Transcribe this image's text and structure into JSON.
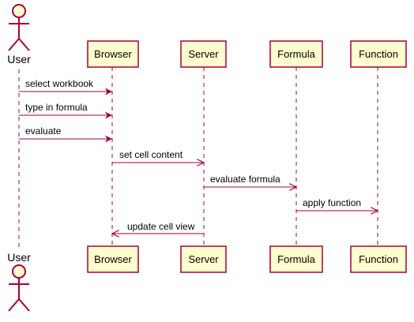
{
  "diagram": {
    "actors": [
      {
        "key": "user",
        "label": "User"
      }
    ],
    "participants": [
      {
        "key": "browser",
        "label": "Browser"
      },
      {
        "key": "server",
        "label": "Server"
      },
      {
        "key": "formula",
        "label": "Formula"
      },
      {
        "key": "function",
        "label": "Function"
      }
    ],
    "messages": [
      {
        "from": "user",
        "to": "browser",
        "label": "select workbook",
        "style": "sync"
      },
      {
        "from": "user",
        "to": "browser",
        "label": "type in formula",
        "style": "sync"
      },
      {
        "from": "user",
        "to": "browser",
        "label": "evaluate",
        "style": "sync"
      },
      {
        "from": "browser",
        "to": "server",
        "label": "set cell content",
        "style": "async"
      },
      {
        "from": "server",
        "to": "formula",
        "label": "evaluate formula",
        "style": "async"
      },
      {
        "from": "formula",
        "to": "function",
        "label": "apply function",
        "style": "async"
      },
      {
        "from": "server",
        "to": "browser",
        "label": "update cell view",
        "style": "async"
      }
    ],
    "colors": {
      "line": "#A80036",
      "participant_fill": "#FEFECE",
      "text": "#000000"
    }
  }
}
